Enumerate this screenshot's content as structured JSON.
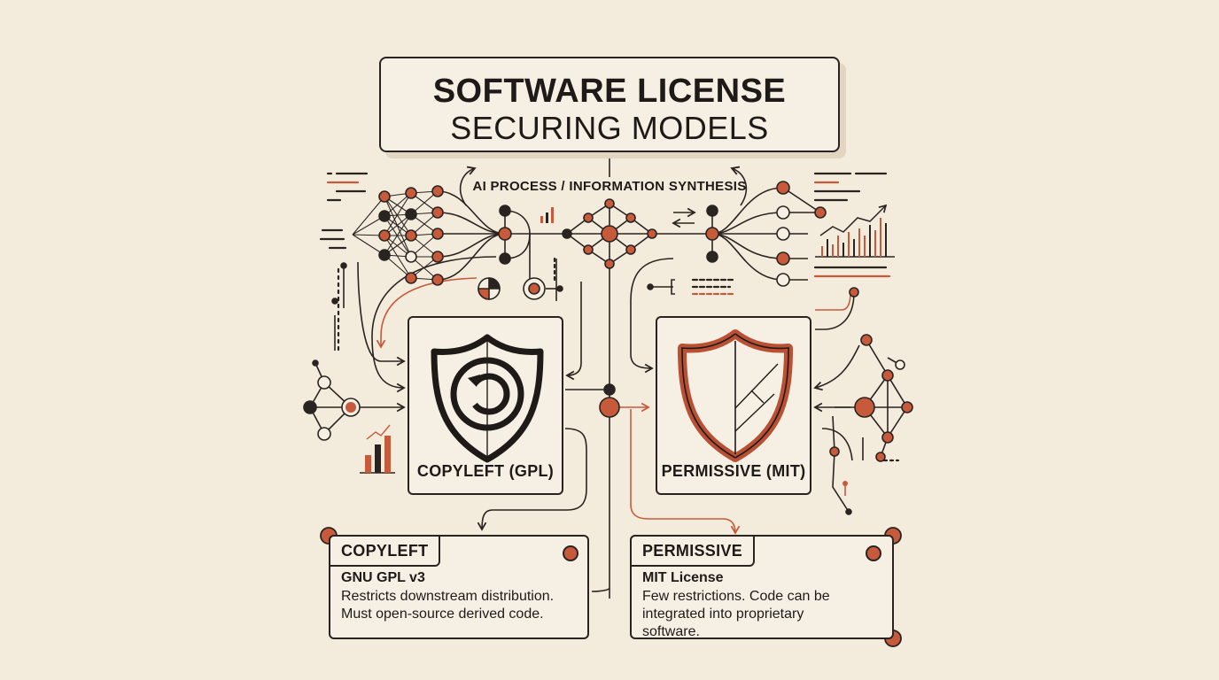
{
  "title": {
    "line1": "SOFTWARE LICENSE",
    "line2": "SECURING MODELS"
  },
  "subtitle": "AI PROCESS / INFORMATION SYNTHESIS",
  "colors": {
    "background": "#f3ecdd",
    "ink": "#2a2420",
    "accent": "#c85a3c"
  },
  "shields": [
    {
      "label": "COPYLEFT (GPL)",
      "icon": "copyleft-shield-icon"
    },
    {
      "label": "PERMISSIVE (MIT)",
      "icon": "permissive-shield-icon"
    }
  ],
  "cards": [
    {
      "tab": "COPYLEFT",
      "heading": "GNU GPL v3",
      "body": "Restricts downstream distribution. Must open-source derived code."
    },
    {
      "tab": "PERMISSIVE",
      "heading": "MIT License",
      "body": "Few restrictions. Code can be integrated into proprietary software."
    }
  ]
}
